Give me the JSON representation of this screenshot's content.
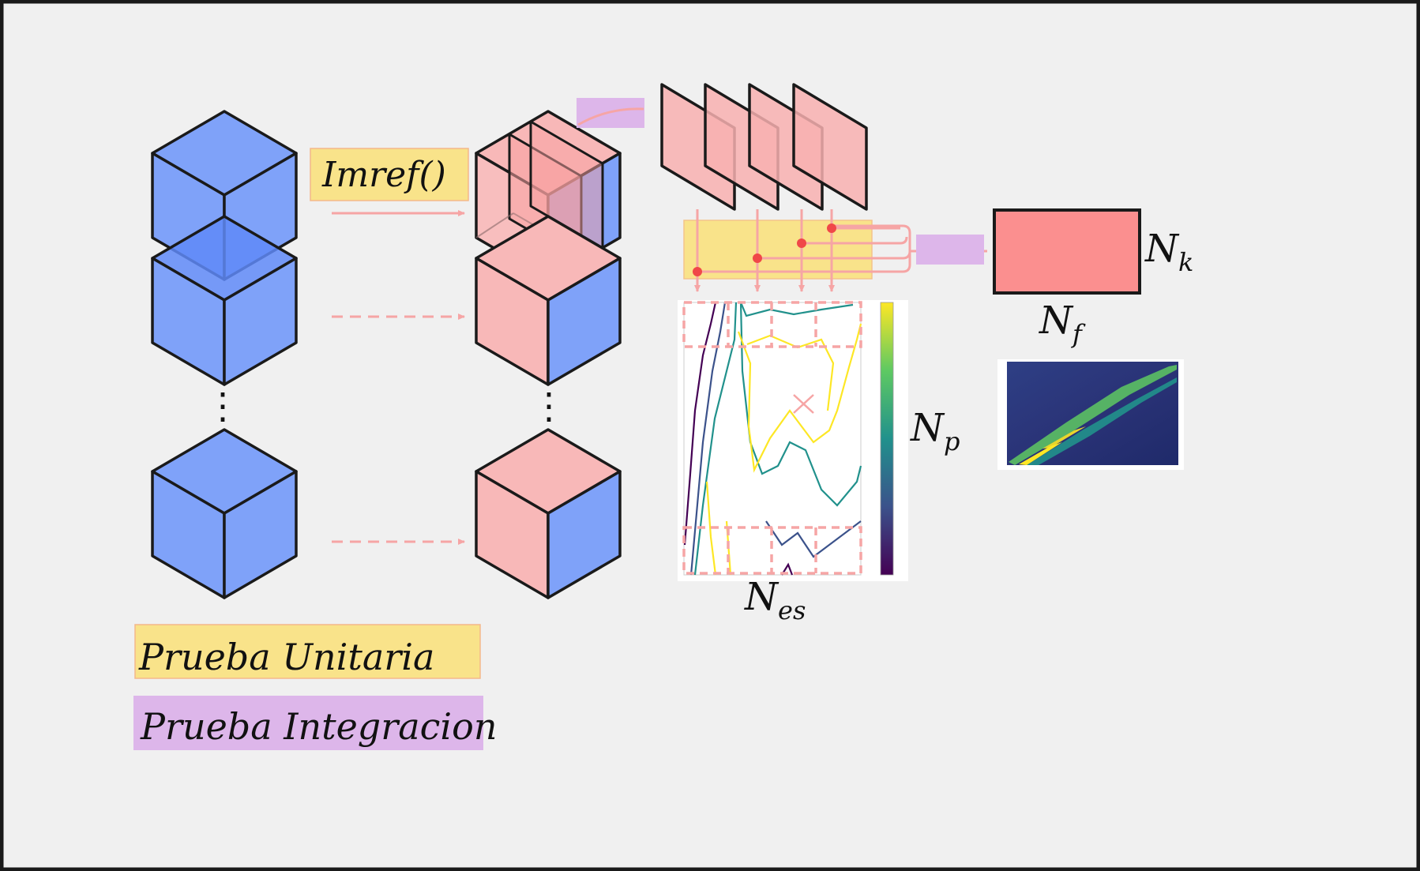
{
  "labels": {
    "imref": "Imref()",
    "nk": "N",
    "nk_sub": "k",
    "nf": "N",
    "nf_sub": "f",
    "np": "N",
    "np_sub": "p",
    "nes": "N",
    "nes_sub": "es",
    "vertical_dots": "⋮"
  },
  "legend": {
    "unit": "Prueba Unitaria",
    "integration": "Prueba Integracion"
  },
  "colors": {
    "background": "#f0f0f0",
    "cube_blue": "#7fa2f9",
    "cube_pink": "#f8b8b8",
    "unit_yellow": "#f9e38a",
    "integration_purple": "#ddb6ea",
    "arrow_pink": "#f6a5a5",
    "box_red": "#fb8f8f",
    "dot_red": "#f04848"
  }
}
